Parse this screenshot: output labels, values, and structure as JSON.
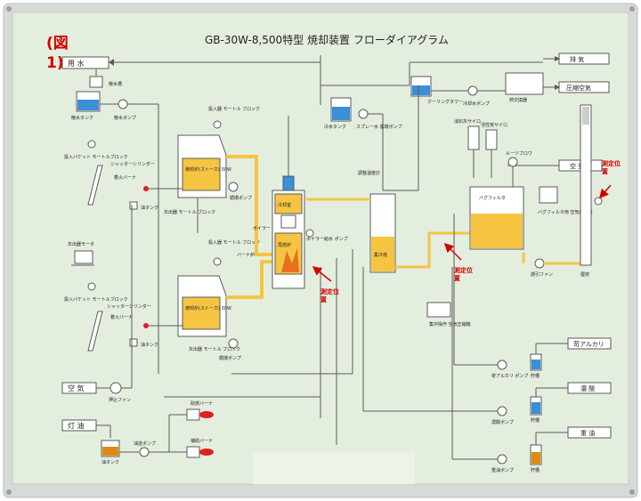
{
  "figure": {
    "label_line1": "(図",
    "label_line2": "1)",
    "title": "GB-30W-8,500特型 焼却装置 フローダイアグラム"
  },
  "colors": {
    "background": "#e4eedf",
    "line": "#5a5a5a",
    "hot_line": "#f5c542",
    "water": "#3b8fd8",
    "burner_flame": "#e02020",
    "oil": "#e08a12",
    "measure": "#d40000",
    "frame": "#d7dad8"
  },
  "inputs": {
    "water": "用 水",
    "air": "空 気",
    "kerosene": "灯 油"
  },
  "outputs": {
    "exhaust": "排 気",
    "compressed_air": "圧縮空気",
    "air": "空 気",
    "alkali": "苛アルカリ",
    "sulfuric": "濃 酸",
    "oil": "重 油"
  },
  "labels": {
    "water_tank": "散水槽",
    "sprinkle_tank": "散水タンク",
    "sprinkle_pump": "散水ポンプ",
    "bucket_block_top": "投入バケット モートルブロック",
    "bucket_block_bottom": "投入バケット モートルブロック",
    "feeder_motor_top": "投入器 モートル ブロック",
    "feeder_motor_bottom": "投入器 モートル ブロック",
    "furnace_top": "焼却炉(ストーカ) 30W",
    "furnace_bottom": "焼却炉(ストーカ) 30W",
    "shutter_top": "シャッターシリンダー",
    "shutter_bottom": "シャッターシリンダー",
    "burner_top": "着火バーナ",
    "burner_bottom": "着火バーナ",
    "oil_tank_top": "油タンク",
    "oil_tank_bottom": "油タンク",
    "ash_block_top": "灰出器 モートル ブロック",
    "ash_block_bottom": "灰出器 モートル ブロック",
    "pump_top": "循環ポンプ",
    "pump_bottom": "循環ポンプ",
    "ash_motor": "灰出器モータ",
    "blower": "押込ファン",
    "oil_pump": "油送ポンプ",
    "oil_tank": "油タンク",
    "aux_burner_1": "助燃バーナ",
    "aux_burner_2": "補助バーナ",
    "boiler": "ボイラー",
    "cooling_chamber": "冷却室",
    "rear_furnace": "再燃炉",
    "burner_label": "バーナ炉",
    "boiler_feed_pump": "ボイラー給水 ポンプ",
    "temp_control": "調整温度計",
    "gas_cooler": "集冷塔",
    "condensate_tank": "冷水タンク",
    "spray_pump": "スプレー水 循環ポンプ",
    "cooling_tower": "クーリングタワー",
    "cooling_pump": "冷却水ポンプ",
    "heat_exchanger": "熱交換器",
    "silo_1": "消石灰サイロ",
    "silo_2": "活性炭サイロ",
    "roots_blower": "ルーツブロワ",
    "bag_filter": "バグフィルタ",
    "bag_panel": "バグフィルタ用 空気圧縮機",
    "induced_fan": "誘引ファン",
    "stack": "煙突",
    "control_panel": "集中操作 空気圧縮機",
    "alkali_pump": "苛アルカリ ポンプ",
    "sulfuric_pump": "濃酸ポンプ",
    "oil_pump_right": "重油ポンプ",
    "alkali_tank": "貯槽",
    "sulfuric_tank": "貯槽",
    "oil_tank_right": "貯槽",
    "measure_1": "測定位 置",
    "measure_2": "測定位 置",
    "measure_3": "測定位 置"
  }
}
